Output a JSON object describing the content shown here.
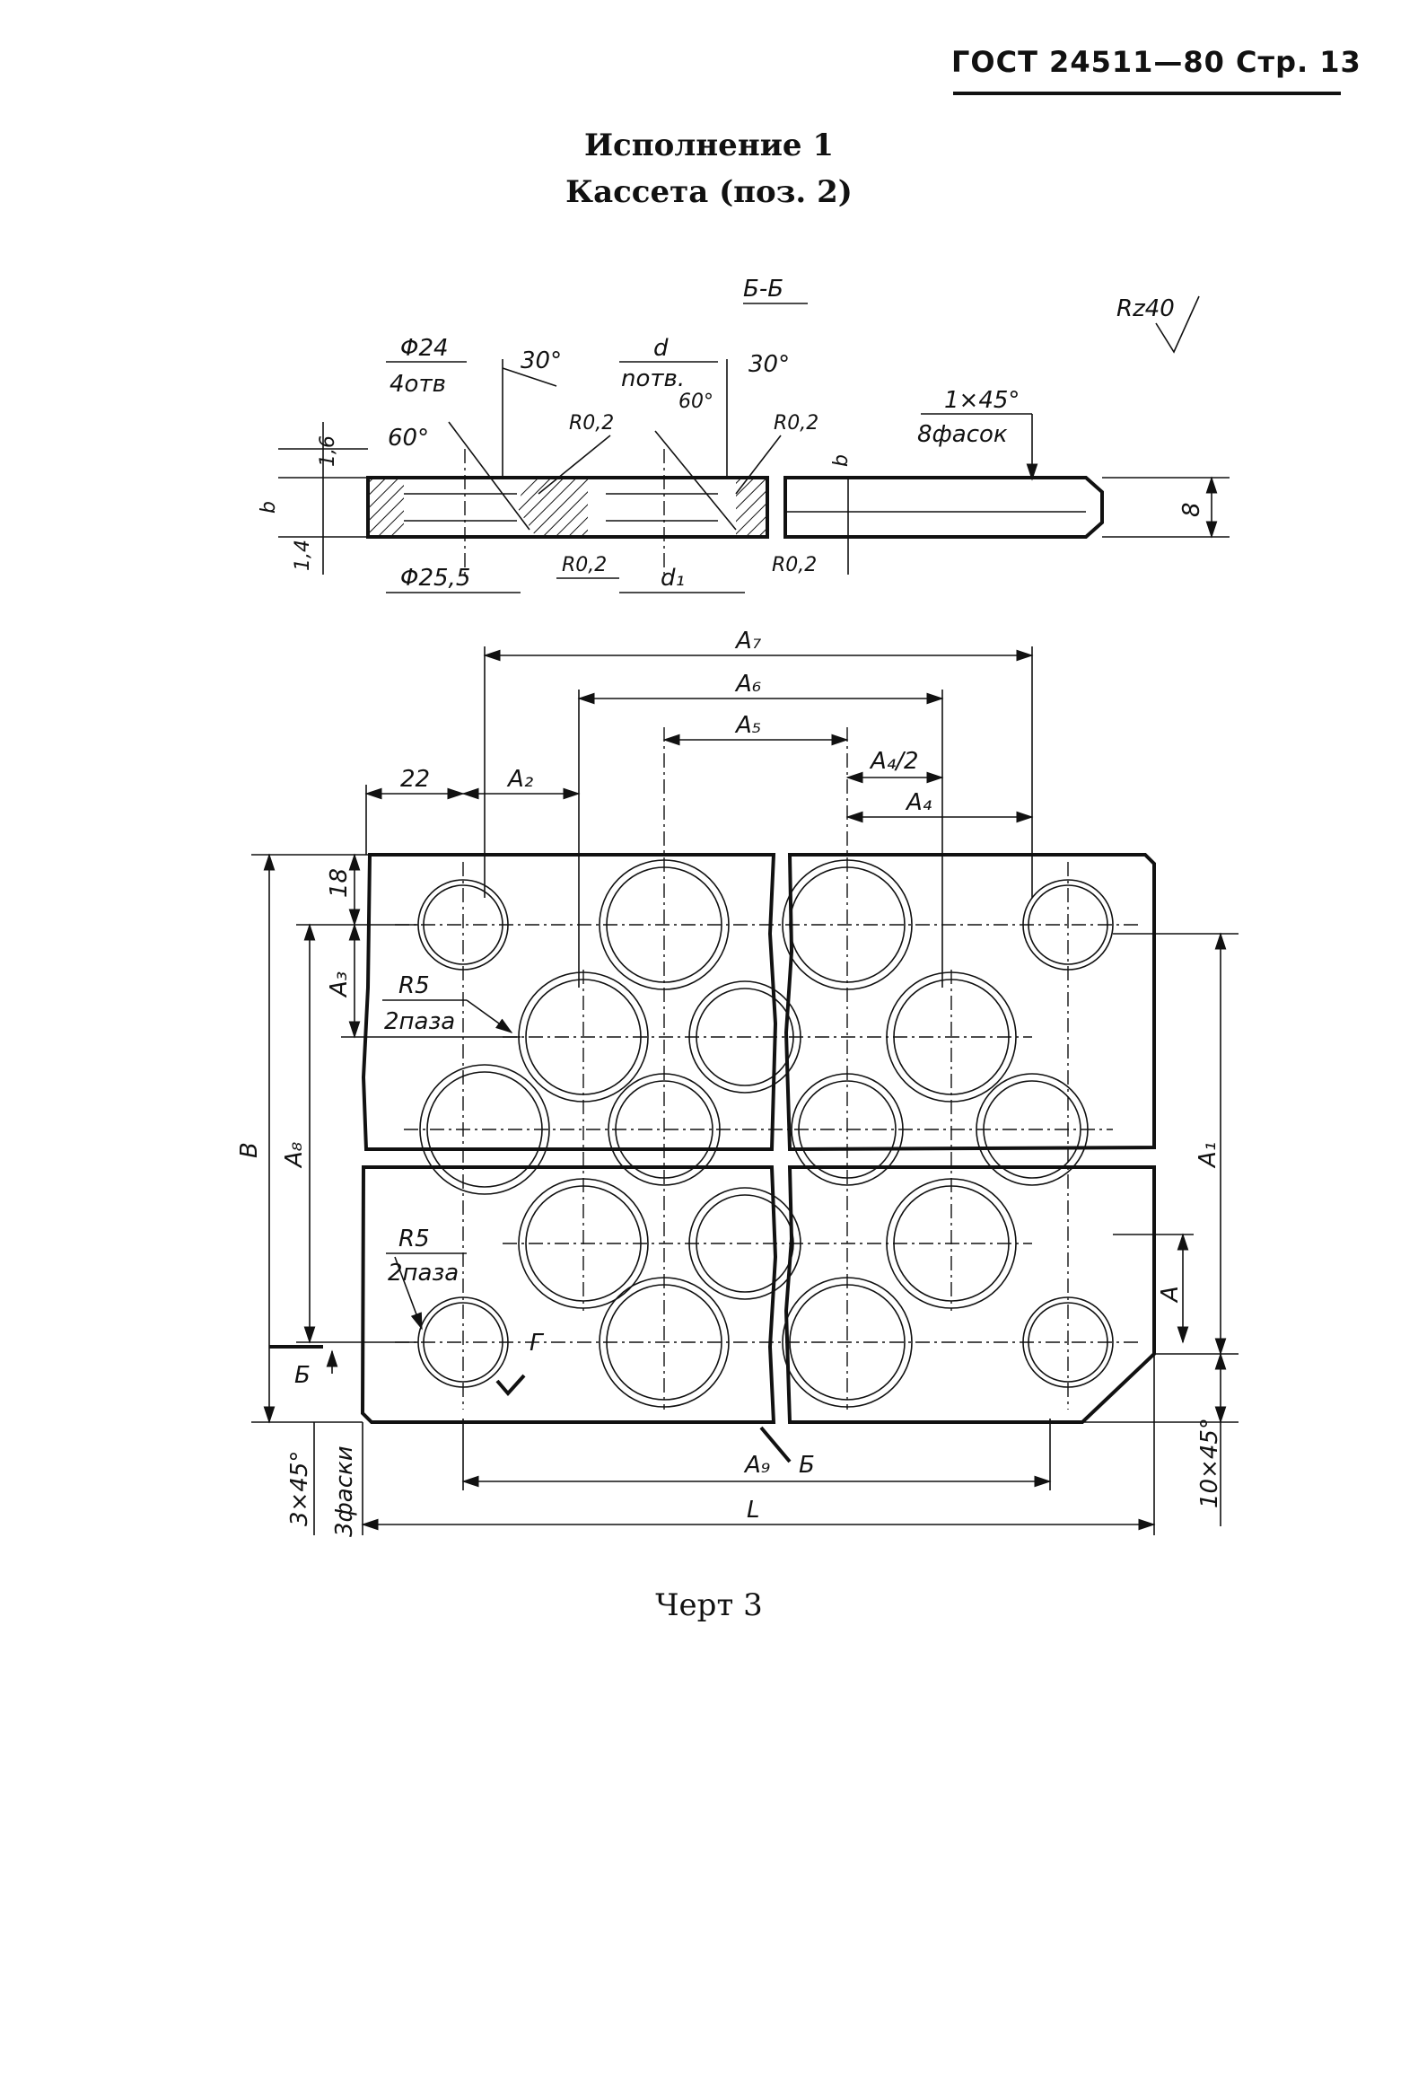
{
  "header": {
    "text": "ГОСТ 24511—80 Стр. 13"
  },
  "title": {
    "line1": "Исполнение 1",
    "line2": "Кассета (поз. 2)"
  },
  "section": {
    "view_label": "Б-Б",
    "roughness": "Rz40",
    "labels": {
      "phi24": "Φ24",
      "holes4": "4отв",
      "ang30a": "30°",
      "d": "d",
      "nholes": "nотв.",
      "ang60a": "60°",
      "ang30b": "30°",
      "ang60b": "60°",
      "r02a": "R0,2",
      "r02b": "R0,2",
      "r02c": "R0,2",
      "r02d": "R0,2",
      "chamfer": "1×45°",
      "chamfers8": "8фасок",
      "dim16": "1,6",
      "dimb1": "b",
      "dim14": "1,4",
      "dimb2": "b",
      "dim8": "8",
      "phi255": "Φ25,5",
      "d1": "d₁"
    }
  },
  "plan": {
    "labels": {
      "A7": "A₇",
      "A6": "A₆",
      "A5": "A₅",
      "A4h": "A₄/2",
      "A4": "A₄",
      "dim22": "22",
      "A2": "A₂",
      "dim18": "18",
      "A3": "A₃",
      "R5a": "R5",
      "slots2a": "2паза",
      "R5b": "R5",
      "slots2b": "2паза",
      "B": "B",
      "A8": "A₈",
      "A1": "A₁",
      "A": "A",
      "B_cut": "Б",
      "G": "Г",
      "B_cut2": "Б",
      "A9": "A₉",
      "L": "L",
      "chamfer3": "3×45°",
      "chamfers3": "3фаски",
      "chamfer10": "10×45°"
    }
  },
  "caption": {
    "text": "Черт 3"
  }
}
